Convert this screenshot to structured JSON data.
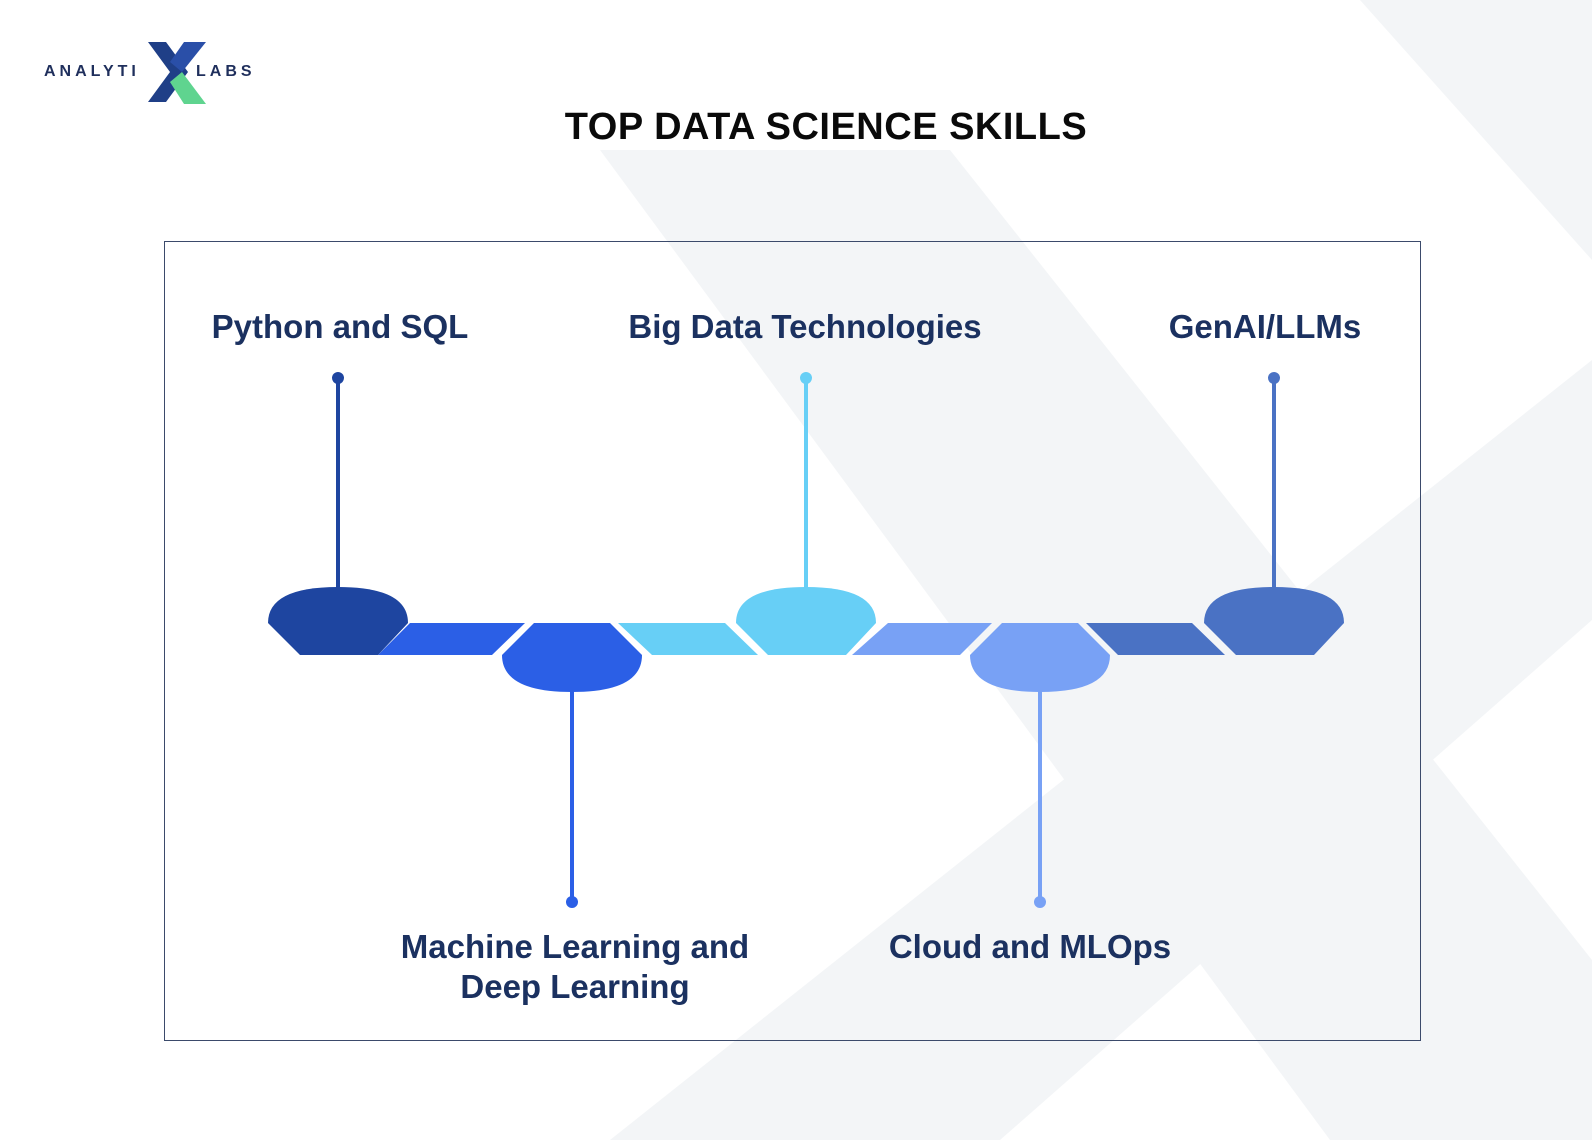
{
  "brand": {
    "logo_left": "ANALYTI",
    "logo_right": "LABS"
  },
  "page_title": "TOP DATA SCIENCE SKILLS",
  "skills": [
    {
      "label": "Python and SQL",
      "color": "#1e45a0",
      "position": "top"
    },
    {
      "label": "Machine Learning and\nDeep Learning",
      "color": "#2b5fe6",
      "position": "bottom"
    },
    {
      "label": "Big Data Technologies",
      "color": "#67cff6",
      "position": "top"
    },
    {
      "label": "Cloud and MLOps",
      "color": "#78a1f5",
      "position": "bottom"
    },
    {
      "label": "GenAI/LLMs",
      "color": "#4a72c4",
      "position": "top"
    }
  ],
  "colors": {
    "title": "#0a0a0a",
    "label": "#1b3160",
    "frame": "#3b4a6b",
    "watermark": "#f1f3f6",
    "logo_dark": "#1f2f5c",
    "logo_green": "#5fd48f",
    "logo_blue": "#2a4fa8"
  }
}
